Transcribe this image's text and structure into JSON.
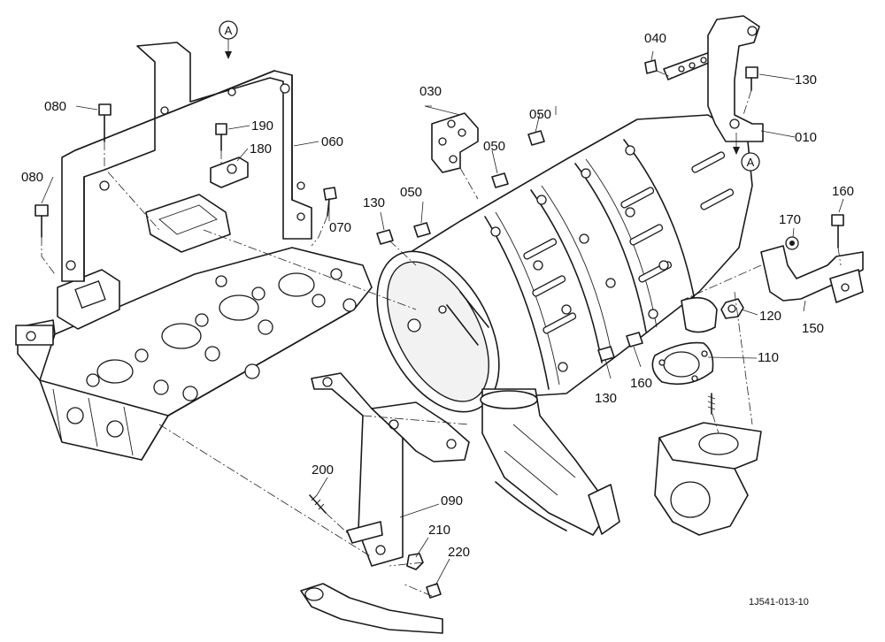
{
  "diagram": {
    "drawing_code": "1J541-013-10",
    "reference_mark": "A",
    "part_labels": {
      "p010": "010",
      "p030": "030",
      "p040": "040",
      "p050a": "050",
      "p050b": "050",
      "p050c": "050",
      "p060": "060",
      "p070": "070",
      "p080a": "080",
      "p080b": "080",
      "p090": "090",
      "p110": "110",
      "p120": "120",
      "p130a": "130",
      "p130b": "130",
      "p130c": "130",
      "p150": "150",
      "p160a": "160",
      "p160b": "160",
      "p170": "170",
      "p180": "180",
      "p190": "190",
      "p200": "200",
      "p210": "210",
      "p220": "220"
    }
  }
}
